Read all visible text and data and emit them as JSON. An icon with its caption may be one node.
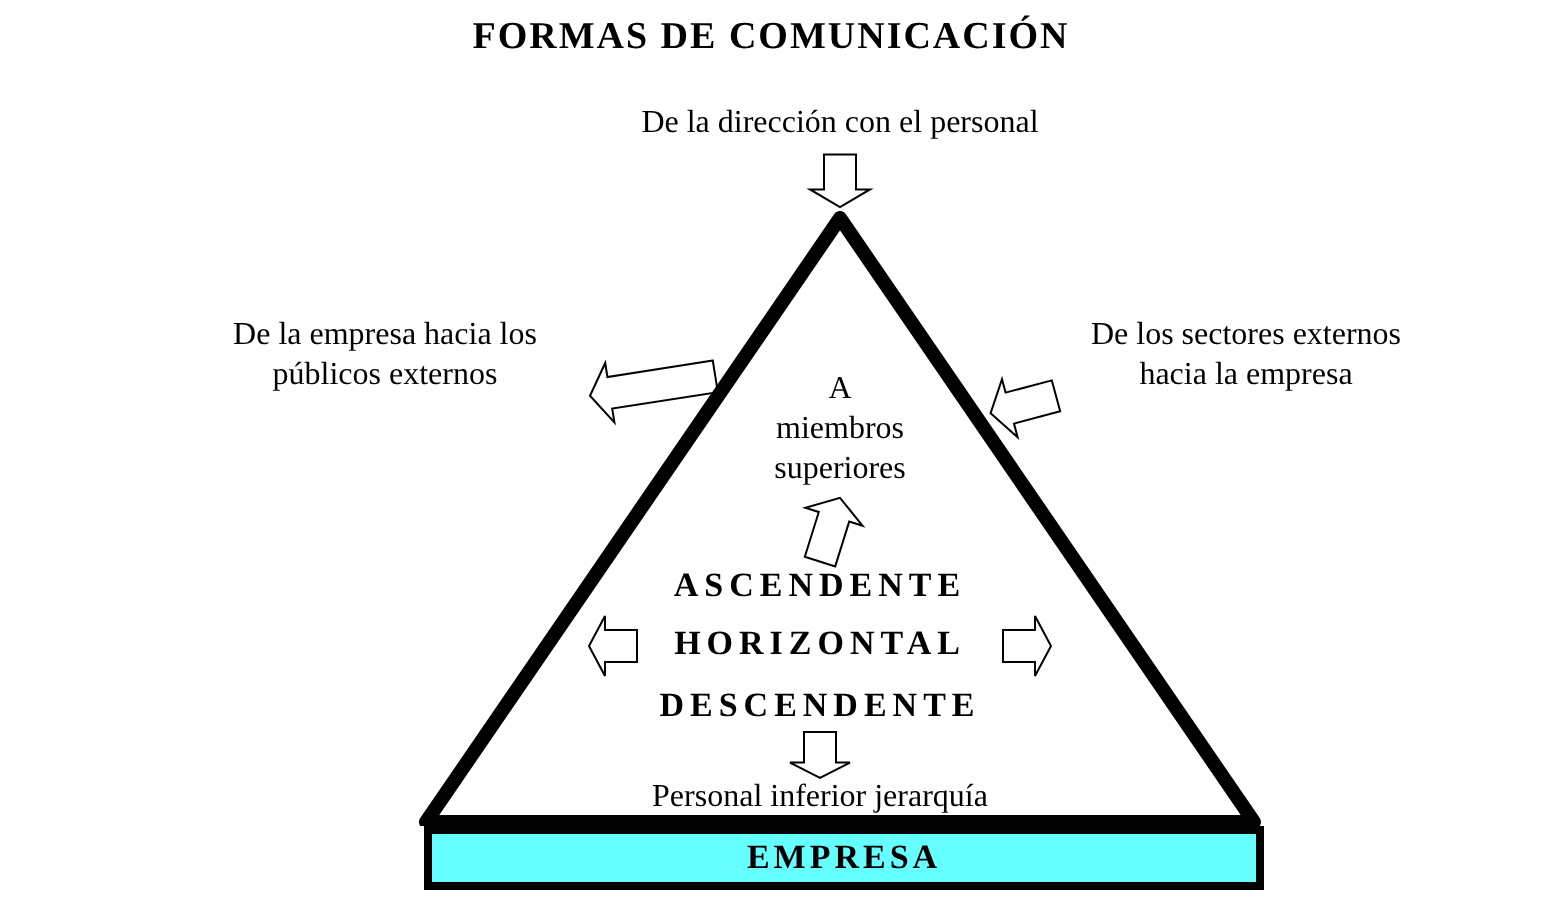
{
  "diagram": {
    "title": "FORMAS DE COMUNICACIÓN",
    "nodes": [
      {
        "text": [],
        "shape": "triangle"
      },
      {
        "text": [
          "De la dirección con el personal"
        ]
      },
      {
        "text": [
          "De la empresa hacia los públicos externos"
        ]
      },
      {
        "text": [
          "De los sectores externos hacia la empresa"
        ]
      },
      {
        "text": [
          "A miembros superiores"
        ],
        "in": 0
      },
      {
        "text": [
          "ASCENDENTE"
        ],
        "in": 0
      },
      {
        "text": [
          "HORIZONTAL"
        ],
        "in": 0
      },
      {
        "text": [
          "DESCENDENTE"
        ],
        "in": 0
      },
      {
        "text": [
          "Personal inferior jerarquía"
        ],
        "in": 0
      },
      {
        "text": [
          "EMPRESA"
        ]
      }
    ],
    "edges": [
      {
        "from": 1,
        "to": 0,
        "arrow": "to"
      },
      {
        "from": 0,
        "to": 2,
        "arrow": "to"
      },
      {
        "from": 3,
        "to": 0,
        "arrow": "to"
      },
      {
        "from": 5,
        "to": 4,
        "arrow": "to"
      },
      {
        "from": 7,
        "to": 8,
        "arrow": "to"
      },
      {
        "from": 6,
        "to": null,
        "arrow": "to"
      },
      {
        "from": 6,
        "to": null,
        "arrow": "to"
      }
    ]
  }
}
